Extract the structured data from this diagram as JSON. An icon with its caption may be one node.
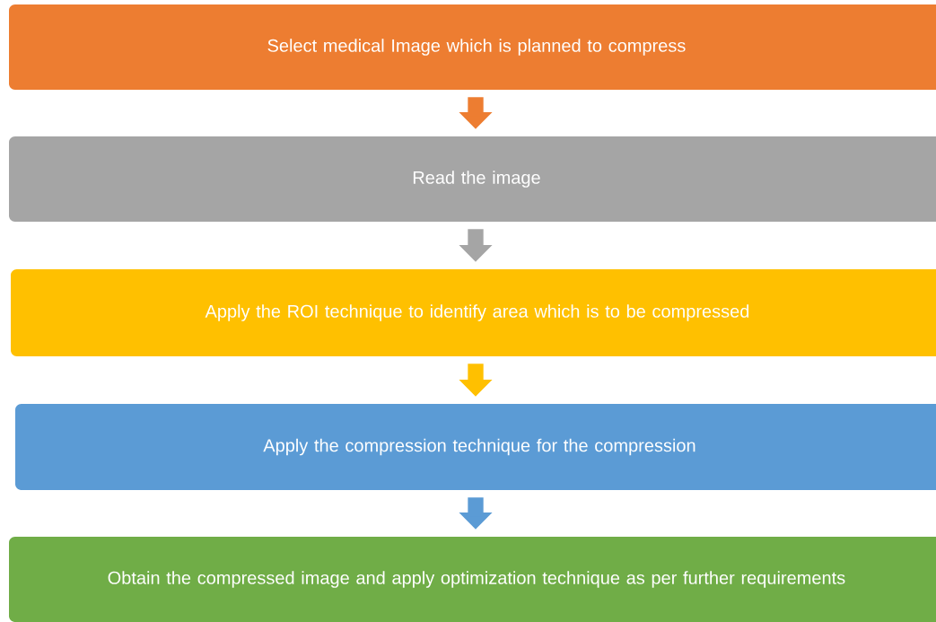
{
  "diagram": {
    "nodes": [
      {
        "text": [
          "Select medical Image which is planned to compress"
        ]
      },
      {
        "text": [
          "Read the image"
        ]
      },
      {
        "text": [
          "Apply the ROI technique to identify area which is to be compressed"
        ]
      },
      {
        "text": [
          "Apply the compression technique for the compression"
        ]
      },
      {
        "text": [
          "Obtain the compressed image and apply optimization technique as per further requirements"
        ]
      }
    ],
    "edges": [
      {
        "from": 0,
        "to": 1,
        "arrow": "to",
        "color": "#ed7d31"
      },
      {
        "from": 1,
        "to": 2,
        "arrow": "to",
        "color": "#a5a5a5"
      },
      {
        "from": 2,
        "to": 3,
        "arrow": "to",
        "color": "#ffc000"
      },
      {
        "from": 3,
        "to": 4,
        "arrow": "to",
        "color": "#5b9bd5"
      }
    ]
  }
}
